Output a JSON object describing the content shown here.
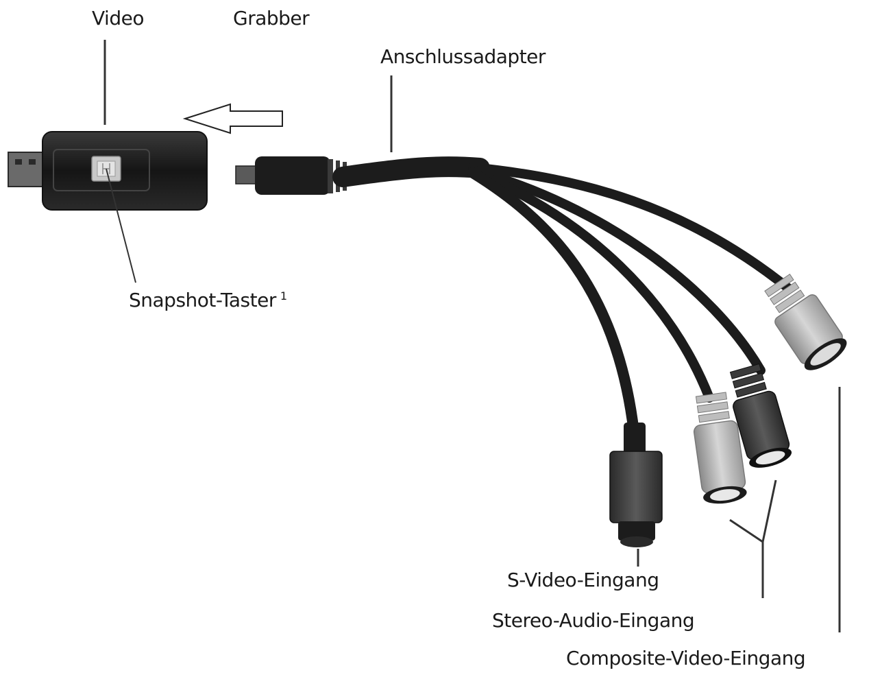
{
  "labels": {
    "video": "Video",
    "grabber": "Grabber",
    "anschlussadapter": "Anschlussadapter",
    "snapshot": "Snapshot-Taster",
    "snapshot_footnote": "1",
    "svideo": "S-Video-Eingang",
    "stereo_audio": "Stereo-Audio-Eingang",
    "composite_video": "Composite-Video-Eingang"
  },
  "colors": {
    "cable": "#1c1c1c",
    "device_body": "#1e1e1e",
    "plug_light": "#bdbdbd",
    "plug_dark": "#3a3a3a",
    "leader_line": "#333333"
  },
  "icons": {
    "usb_stick": "usb-video-grabber-icon",
    "arrow": "left-arrow-icon"
  }
}
